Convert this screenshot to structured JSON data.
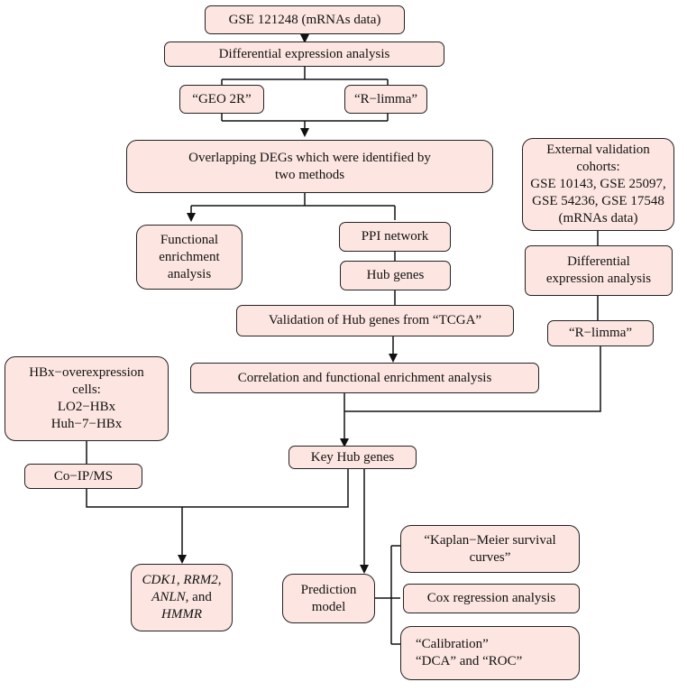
{
  "nodes": {
    "gse121248": "GSE 121248 (mRNAs data)",
    "diff_expr_1": "Differential expression analysis",
    "geo2r": "“GEO 2R”",
    "rlimma_1": "“R−limma”",
    "overlapping": [
      "Overlapping DEGs which were identified by",
      "two methods"
    ],
    "functional": [
      "Functional",
      "enrichment",
      "analysis"
    ],
    "ppi": "PPI network",
    "hub_genes": "Hub genes",
    "validation_tcga": "Validation of Hub genes from “TCGA”",
    "external_cohorts": [
      "External validation",
      "cohorts:",
      "GSE 10143, GSE 25097,",
      "GSE 54236, GSE 17548",
      "(mRNAs data)"
    ],
    "diff_expr_2": [
      "Differential",
      "expression analysis"
    ],
    "rlimma_2": "“R−limma”",
    "hbx_cells": [
      "HBx−overexpression",
      "cells:",
      "LO2−HBx",
      "Huh−7−HBx"
    ],
    "correlation": "Correlation and functional enrichment analysis",
    "key_hub": "Key Hub genes",
    "coip": "Co−IP/MS",
    "genes": {
      "cdk1": "CDK1",
      "sep1": ", ",
      "rrm2": "RRM2",
      "sep2": ",",
      "anln": "ANLN",
      "sep3": ", and",
      "hmmr": "HMMR"
    },
    "prediction": [
      "Prediction",
      "model"
    ],
    "km_curves": [
      "“Kaplan−Meier survival",
      "curves”"
    ],
    "cox": "Cox regression analysis",
    "calibration": [
      "“Calibration”",
      "“DCA” and “ROC”"
    ]
  },
  "colors": {
    "box_fill": "#fde6e1",
    "border": "#222222"
  }
}
